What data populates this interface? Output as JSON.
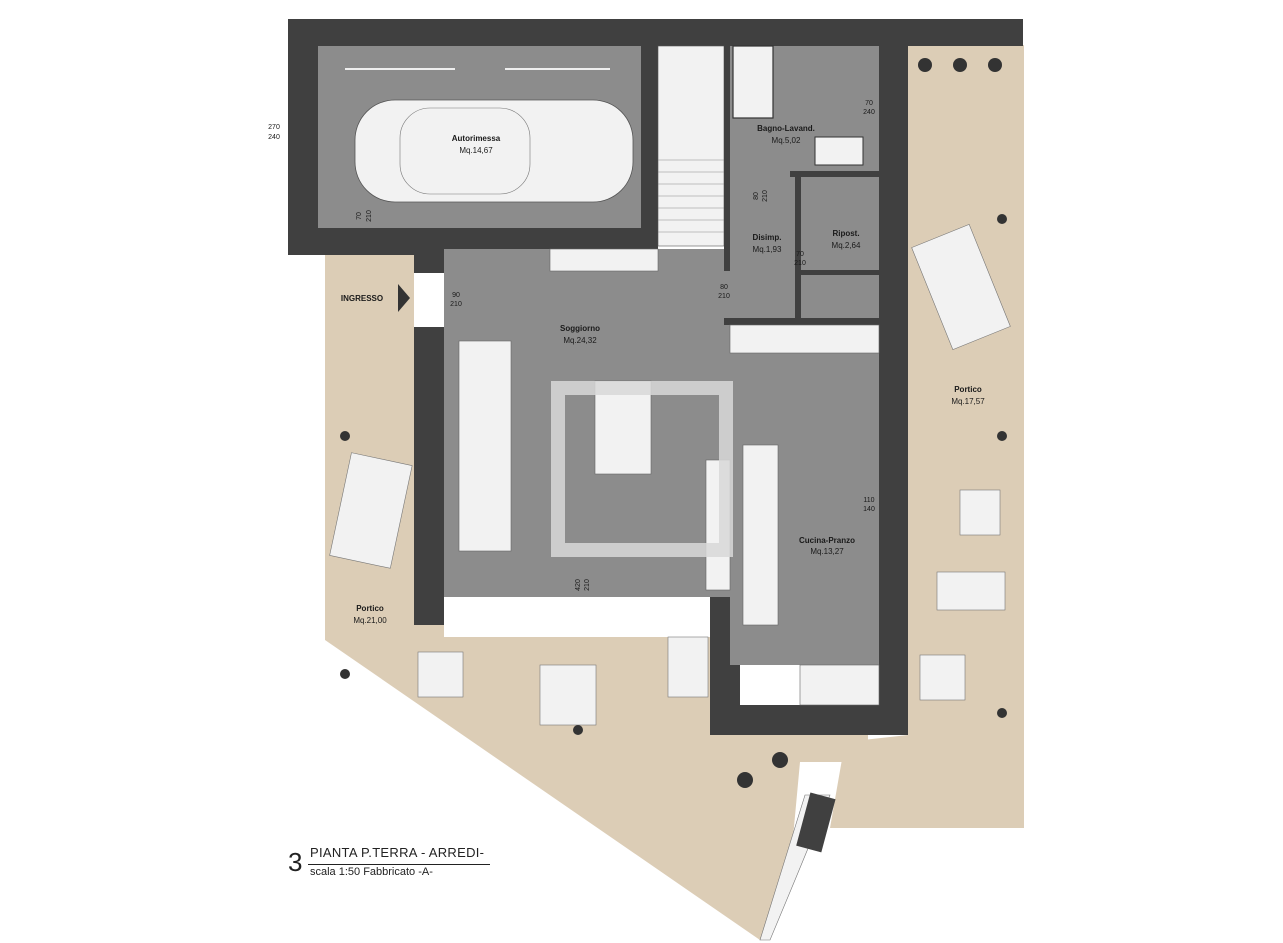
{
  "colors": {
    "wall": "#404040",
    "floor": "#8c8c8c",
    "floor_light": "#9a9a9a",
    "portico": "#dccdb6",
    "furniture": "#f2f2f2",
    "watermark": "#d8d8d8"
  },
  "rooms": [
    {
      "id": "garage",
      "name": "Autorimessa",
      "area": "Mq.14,67"
    },
    {
      "id": "bath",
      "name": "Bagno-Lavand.",
      "area": "Mq.5,02"
    },
    {
      "id": "hall",
      "name": "Disimp.",
      "area": "Mq.1,93"
    },
    {
      "id": "storage",
      "name": "Ripost.",
      "area": "Mq.2,64"
    },
    {
      "id": "living",
      "name": "Soggiorno",
      "area": "Mq.24,32"
    },
    {
      "id": "kitchen",
      "name": "Cucina-Pranzo",
      "area": "Mq.13,27"
    },
    {
      "id": "portico_right",
      "name": "Portico",
      "area": "Mq.17,57"
    },
    {
      "id": "portico_left",
      "name": "Portico",
      "area": "Mq.21,00"
    }
  ],
  "entrance_label": "INGRESSO",
  "openings": {
    "garage_window": {
      "w": "270",
      "h": "240"
    },
    "garage_door": {
      "w": "70",
      "h": "210"
    },
    "entrance_door": {
      "w": "90",
      "h": "210"
    },
    "bath_window": {
      "w": "70",
      "h": "240"
    },
    "bath_door": {
      "w": "80",
      "h": "210"
    },
    "storage_door": {
      "w": "70",
      "h": "210"
    },
    "living_door": {
      "w": "80",
      "h": "210"
    },
    "kitchen_window": {
      "w": "110",
      "h": "140"
    },
    "living_glass": {
      "w": "420",
      "h": "210"
    }
  },
  "title": {
    "number": "3",
    "main": "PIANTA P.TERRA  - ARREDI-",
    "sub": "scala 1:50  Fabbricato -A-"
  }
}
